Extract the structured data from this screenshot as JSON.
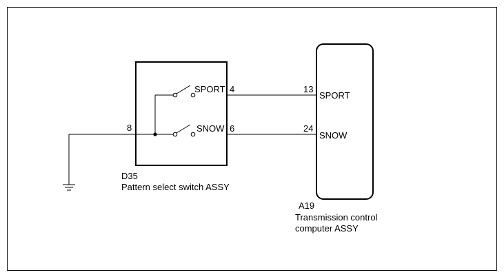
{
  "switch": {
    "code": "D35",
    "name": "Pattern select switch ASSY",
    "common_pin": "8",
    "sport_label": "SPORT",
    "sport_pin": "4",
    "snow_label": "SNOW",
    "snow_pin": "6"
  },
  "ecu": {
    "code": "A19",
    "name_line1": "Transmission control",
    "name_line2": "computer ASSY",
    "sport_pin": "13",
    "sport_label": "SPORT",
    "snow_pin": "24",
    "snow_label": "SNOW"
  },
  "ground": {
    "icon": "ground-symbol-icon"
  },
  "colors": {
    "line": "#000000",
    "background": "#ffffff"
  }
}
